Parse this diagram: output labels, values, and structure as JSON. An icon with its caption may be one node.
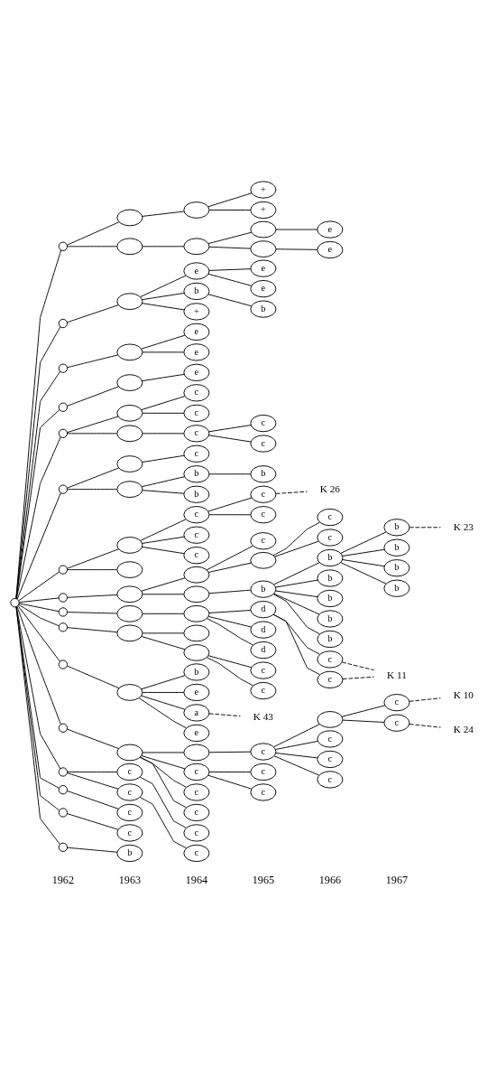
{
  "diagram": {
    "nodes": [
      {
        "text": [],
        "shape": "circle"
      },
      {
        "text": [],
        "shape": "circle"
      },
      {
        "text": [],
        "shape": "ellipse"
      },
      {
        "text": [],
        "shape": "ellipse"
      },
      {
        "text": [
          "+"
        ]
      },
      {
        "text": [
          "+"
        ]
      },
      {
        "text": [],
        "shape": "ellipse"
      },
      {
        "text": [],
        "shape": "ellipse"
      },
      {
        "text": [],
        "shape": "ellipse"
      },
      {
        "text": [
          "e"
        ]
      },
      {
        "text": [],
        "shape": "ellipse"
      },
      {
        "text": [
          "e"
        ]
      },
      {
        "text": [],
        "shape": "circle"
      },
      {
        "text": [],
        "shape": "ellipse"
      },
      {
        "text": [
          "e"
        ]
      },
      {
        "text": [
          "e"
        ]
      },
      {
        "text": [
          "e"
        ]
      },
      {
        "text": [
          "b"
        ]
      },
      {
        "text": [
          "b"
        ]
      },
      {
        "text": [
          "+"
        ]
      },
      {
        "text": [],
        "shape": "circle"
      },
      {
        "text": [],
        "shape": "ellipse"
      },
      {
        "text": [
          "e"
        ]
      },
      {
        "text": [
          "e"
        ]
      },
      {
        "text": [],
        "shape": "circle"
      },
      {
        "text": [],
        "shape": "ellipse"
      },
      {
        "text": [
          "e"
        ]
      },
      {
        "text": [],
        "shape": "circle"
      },
      {
        "text": [],
        "shape": "ellipse"
      },
      {
        "text": [
          "c"
        ]
      },
      {
        "text": [
          "c"
        ]
      },
      {
        "text": [],
        "shape": "ellipse"
      },
      {
        "text": [
          "c"
        ]
      },
      {
        "text": [
          "c"
        ]
      },
      {
        "text": [
          "c"
        ]
      },
      {
        "text": [],
        "shape": "circle"
      },
      {
        "text": [],
        "shape": "ellipse"
      },
      {
        "text": [
          "c"
        ]
      },
      {
        "text": [],
        "shape": "ellipse"
      },
      {
        "text": [
          "b"
        ]
      },
      {
        "text": [
          "b"
        ]
      },
      {
        "text": [
          "b"
        ]
      },
      {
        "text": [],
        "shape": "circle"
      },
      {
        "text": [],
        "shape": "ellipse"
      },
      {
        "text": [
          "c"
        ]
      },
      {
        "text": [
          "c"
        ]
      },
      {
        "text": [
          "K 26"
        ]
      },
      {
        "text": [
          "c"
        ]
      },
      {
        "text": [
          "c"
        ]
      },
      {
        "text": [
          "c"
        ]
      },
      {
        "text": [],
        "shape": "ellipse"
      },
      {
        "text": [],
        "shape": "circle"
      },
      {
        "text": [],
        "shape": "ellipse"
      },
      {
        "text": [],
        "shape": "ellipse"
      },
      {
        "text": [
          "c"
        ]
      },
      {
        "text": [],
        "shape": "ellipse"
      },
      {
        "text": [
          "c"
        ]
      },
      {
        "text": [
          "c"
        ]
      },
      {
        "text": [],
        "shape": "ellipse"
      },
      {
        "text": [
          "b"
        ]
      },
      {
        "text": [
          "b"
        ]
      },
      {
        "text": [
          "b"
        ]
      },
      {
        "text": [
          "K 23"
        ]
      },
      {
        "text": [
          "b"
        ]
      },
      {
        "text": [
          "b"
        ]
      },
      {
        "text": [
          "b"
        ]
      },
      {
        "text": [
          "b"
        ]
      },
      {
        "text": [
          "b"
        ]
      },
      {
        "text": [
          "b"
        ]
      },
      {
        "text": [
          "b"
        ]
      },
      {
        "text": [],
        "shape": "circle"
      },
      {
        "text": [],
        "shape": "ellipse"
      },
      {
        "text": [],
        "shape": "ellipse"
      },
      {
        "text": [
          "d"
        ]
      },
      {
        "text": [
          "c"
        ]
      },
      {
        "text": [
          "c"
        ]
      },
      {
        "text": [
          "K 11"
        ]
      },
      {
        "text": [
          "d"
        ]
      },
      {
        "text": [
          "d"
        ]
      },
      {
        "text": [],
        "shape": "circle"
      },
      {
        "text": [],
        "shape": "ellipse"
      },
      {
        "text": [],
        "shape": "ellipse"
      },
      {
        "text": [],
        "shape": "ellipse"
      },
      {
        "text": [
          "c"
        ]
      },
      {
        "text": [
          "c"
        ]
      },
      {
        "text": [],
        "shape": "circle"
      },
      {
        "text": [],
        "shape": "ellipse"
      },
      {
        "text": [
          "b"
        ]
      },
      {
        "text": [
          "e"
        ]
      },
      {
        "text": [
          "a"
        ]
      },
      {
        "text": [
          "K 43"
        ]
      },
      {
        "text": [
          "e"
        ]
      },
      {
        "text": [],
        "shape": "circle"
      },
      {
        "text": [],
        "shape": "ellipse"
      },
      {
        "text": [],
        "shape": "ellipse"
      },
      {
        "text": [
          "c"
        ]
      },
      {
        "text": [],
        "shape": "ellipse"
      },
      {
        "text": [
          "c"
        ]
      },
      {
        "text": [
          "K 10"
        ]
      },
      {
        "text": [
          "c"
        ]
      },
      {
        "text": [
          "K 24"
        ]
      },
      {
        "text": [
          "c"
        ]
      },
      {
        "text": [
          "c"
        ]
      },
      {
        "text": [
          "c"
        ]
      },
      {
        "text": [
          "c"
        ]
      },
      {
        "text": [
          "c"
        ]
      },
      {
        "text": [
          "c"
        ]
      },
      {
        "text": [
          "c"
        ]
      },
      {
        "text": [
          "c"
        ]
      },
      {
        "text": [],
        "shape": "circle"
      },
      {
        "text": [
          "c"
        ]
      },
      {
        "text": [
          "c"
        ]
      },
      {
        "text": [
          "c"
        ]
      },
      {
        "text": [
          "c"
        ]
      },
      {
        "text": [],
        "shape": "circle"
      },
      {
        "text": [
          "c"
        ]
      },
      {
        "text": [],
        "shape": "circle"
      },
      {
        "text": [
          "c"
        ]
      },
      {
        "text": [],
        "shape": "circle"
      },
      {
        "text": [
          "b"
        ]
      }
    ],
    "edges": [
      {
        "from": 0,
        "to": 1,
        "arrow": "none"
      },
      {
        "from": 1,
        "to": 2,
        "arrow": "none"
      },
      {
        "from": 2,
        "to": 3,
        "arrow": "none"
      },
      {
        "from": 3,
        "to": 4,
        "arrow": "none"
      },
      {
        "from": 3,
        "to": 5,
        "arrow": "none"
      },
      {
        "from": 1,
        "to": 6,
        "arrow": "none"
      },
      {
        "from": 6,
        "to": 7,
        "arrow": "none"
      },
      {
        "from": 7,
        "to": 8,
        "arrow": "none"
      },
      {
        "from": 8,
        "to": 9,
        "arrow": "none"
      },
      {
        "from": 7,
        "to": 10,
        "arrow": "none"
      },
      {
        "from": 10,
        "to": 11,
        "arrow": "none"
      },
      {
        "from": 0,
        "to": 12,
        "arrow": "none"
      },
      {
        "from": 12,
        "to": 13,
        "arrow": "none"
      },
      {
        "from": 13,
        "to": 14,
        "arrow": "none"
      },
      {
        "from": 14,
        "to": 15,
        "arrow": "none"
      },
      {
        "from": 14,
        "to": 16,
        "arrow": "none"
      },
      {
        "from": 13,
        "to": 17,
        "arrow": "none"
      },
      {
        "from": 17,
        "to": 18,
        "arrow": "none"
      },
      {
        "from": 13,
        "to": 19,
        "arrow": "none"
      },
      {
        "from": 0,
        "to": 20,
        "arrow": "none"
      },
      {
        "from": 20,
        "to": 21,
        "arrow": "none"
      },
      {
        "from": 21,
        "to": 22,
        "arrow": "none"
      },
      {
        "from": 21,
        "to": 23,
        "arrow": "none"
      },
      {
        "from": 0,
        "to": 24,
        "arrow": "none"
      },
      {
        "from": 24,
        "to": 25,
        "arrow": "none"
      },
      {
        "from": 25,
        "to": 26,
        "arrow": "none"
      },
      {
        "from": 0,
        "to": 27,
        "arrow": "none"
      },
      {
        "from": 27,
        "to": 28,
        "arrow": "none"
      },
      {
        "from": 28,
        "to": 29,
        "arrow": "none"
      },
      {
        "from": 28,
        "to": 30,
        "arrow": "none"
      },
      {
        "from": 27,
        "to": 31,
        "arrow": "none"
      },
      {
        "from": 31,
        "to": 32,
        "arrow": "none"
      },
      {
        "from": 32,
        "to": 33,
        "arrow": "none"
      },
      {
        "from": 32,
        "to": 34,
        "arrow": "none"
      },
      {
        "from": 0,
        "to": 35,
        "arrow": "none"
      },
      {
        "from": 35,
        "to": 36,
        "arrow": "none"
      },
      {
        "from": 36,
        "to": 37,
        "arrow": "none"
      },
      {
        "from": 35,
        "to": 38,
        "arrow": "none"
      },
      {
        "from": 38,
        "to": 39,
        "arrow": "none"
      },
      {
        "from": 39,
        "to": 40,
        "arrow": "none"
      },
      {
        "from": 38,
        "to": 41,
        "arrow": "none"
      },
      {
        "from": 0,
        "to": 42,
        "arrow": "none"
      },
      {
        "from": 42,
        "to": 43,
        "arrow": "none"
      },
      {
        "from": 43,
        "to": 44,
        "arrow": "none"
      },
      {
        "from": 44,
        "to": 45,
        "arrow": "none"
      },
      {
        "from": 45,
        "to": 46,
        "arrow": "none",
        "style": "dashed"
      },
      {
        "from": 44,
        "to": 47,
        "arrow": "none"
      },
      {
        "from": 43,
        "to": 48,
        "arrow": "none"
      },
      {
        "from": 43,
        "to": 49,
        "arrow": "none"
      },
      {
        "from": 42,
        "to": 50,
        "arrow": "none"
      },
      {
        "from": 0,
        "to": 51,
        "arrow": "none"
      },
      {
        "from": 51,
        "to": 52,
        "arrow": "none"
      },
      {
        "from": 52,
        "to": 53,
        "arrow": "none"
      },
      {
        "from": 53,
        "to": 54,
        "arrow": "none"
      },
      {
        "from": 53,
        "to": 55,
        "arrow": "none"
      },
      {
        "from": 55,
        "to": 56,
        "arrow": "none"
      },
      {
        "from": 55,
        "to": 57,
        "arrow": "none"
      },
      {
        "from": 52,
        "to": 58,
        "arrow": "none"
      },
      {
        "from": 58,
        "to": 59,
        "arrow": "none"
      },
      {
        "from": 59,
        "to": 60,
        "arrow": "none"
      },
      {
        "from": 60,
        "to": 61,
        "arrow": "none"
      },
      {
        "from": 61,
        "to": 62,
        "arrow": "none",
        "style": "dashed"
      },
      {
        "from": 60,
        "to": 63,
        "arrow": "none"
      },
      {
        "from": 60,
        "to": 64,
        "arrow": "none"
      },
      {
        "from": 60,
        "to": 65,
        "arrow": "none"
      },
      {
        "from": 59,
        "to": 66,
        "arrow": "none"
      },
      {
        "from": 59,
        "to": 67,
        "arrow": "none"
      },
      {
        "from": 59,
        "to": 68,
        "arrow": "none"
      },
      {
        "from": 59,
        "to": 69,
        "arrow": "none"
      },
      {
        "from": 0,
        "to": 70,
        "arrow": "none"
      },
      {
        "from": 70,
        "to": 71,
        "arrow": "none"
      },
      {
        "from": 71,
        "to": 72,
        "arrow": "none"
      },
      {
        "from": 72,
        "to": 73,
        "arrow": "none"
      },
      {
        "from": 73,
        "to": 74,
        "arrow": "none"
      },
      {
        "from": 73,
        "to": 75,
        "arrow": "none"
      },
      {
        "from": 74,
        "to": 76,
        "arrow": "none",
        "style": "dashed"
      },
      {
        "from": 75,
        "to": 76,
        "arrow": "none",
        "style": "dashed"
      },
      {
        "from": 72,
        "to": 77,
        "arrow": "none"
      },
      {
        "from": 72,
        "to": 78,
        "arrow": "none"
      },
      {
        "from": 0,
        "to": 79,
        "arrow": "none"
      },
      {
        "from": 79,
        "to": 80,
        "arrow": "none"
      },
      {
        "from": 80,
        "to": 81,
        "arrow": "none"
      },
      {
        "from": 80,
        "to": 82,
        "arrow": "none"
      },
      {
        "from": 82,
        "to": 83,
        "arrow": "none"
      },
      {
        "from": 82,
        "to": 84,
        "arrow": "none"
      },
      {
        "from": 0,
        "to": 85,
        "arrow": "none"
      },
      {
        "from": 85,
        "to": 86,
        "arrow": "none"
      },
      {
        "from": 86,
        "to": 87,
        "arrow": "none"
      },
      {
        "from": 86,
        "to": 88,
        "arrow": "none"
      },
      {
        "from": 86,
        "to": 89,
        "arrow": "none"
      },
      {
        "from": 89,
        "to": 90,
        "arrow": "none",
        "style": "dashed"
      },
      {
        "from": 86,
        "to": 91,
        "arrow": "none"
      },
      {
        "from": 0,
        "to": 92,
        "arrow": "none"
      },
      {
        "from": 92,
        "to": 93,
        "arrow": "none"
      },
      {
        "from": 93,
        "to": 94,
        "arrow": "none"
      },
      {
        "from": 94,
        "to": 95,
        "arrow": "none"
      },
      {
        "from": 95,
        "to": 96,
        "arrow": "none"
      },
      {
        "from": 96,
        "to": 97,
        "arrow": "none"
      },
      {
        "from": 97,
        "to": 98,
        "arrow": "none",
        "style": "dashed"
      },
      {
        "from": 96,
        "to": 99,
        "arrow": "none"
      },
      {
        "from": 99,
        "to": 100,
        "arrow": "none",
        "style": "dashed"
      },
      {
        "from": 95,
        "to": 101,
        "arrow": "none"
      },
      {
        "from": 95,
        "to": 102,
        "arrow": "none"
      },
      {
        "from": 95,
        "to": 103,
        "arrow": "none"
      },
      {
        "from": 93,
        "to": 104,
        "arrow": "none"
      },
      {
        "from": 104,
        "to": 105,
        "arrow": "none"
      },
      {
        "from": 104,
        "to": 106,
        "arrow": "none"
      },
      {
        "from": 93,
        "to": 107,
        "arrow": "none"
      },
      {
        "from": 93,
        "to": 108,
        "arrow": "none"
      },
      {
        "from": 0,
        "to": 109,
        "arrow": "none"
      },
      {
        "from": 109,
        "to": 110,
        "arrow": "none"
      },
      {
        "from": 110,
        "to": 111,
        "arrow": "none"
      },
      {
        "from": 109,
        "to": 112,
        "arrow": "none"
      },
      {
        "from": 112,
        "to": 113,
        "arrow": "none"
      },
      {
        "from": 0,
        "to": 114,
        "arrow": "none"
      },
      {
        "from": 114,
        "to": 115,
        "arrow": "none"
      },
      {
        "from": 0,
        "to": 116,
        "arrow": "none"
      },
      {
        "from": 116,
        "to": 117,
        "arrow": "none"
      },
      {
        "from": 0,
        "to": 118,
        "arrow": "none"
      },
      {
        "from": 118,
        "to": 119,
        "arrow": "none"
      }
    ],
    "labels": [
      "1962",
      "1963",
      "1964",
      "1965",
      "1966",
      "1967"
    ]
  }
}
